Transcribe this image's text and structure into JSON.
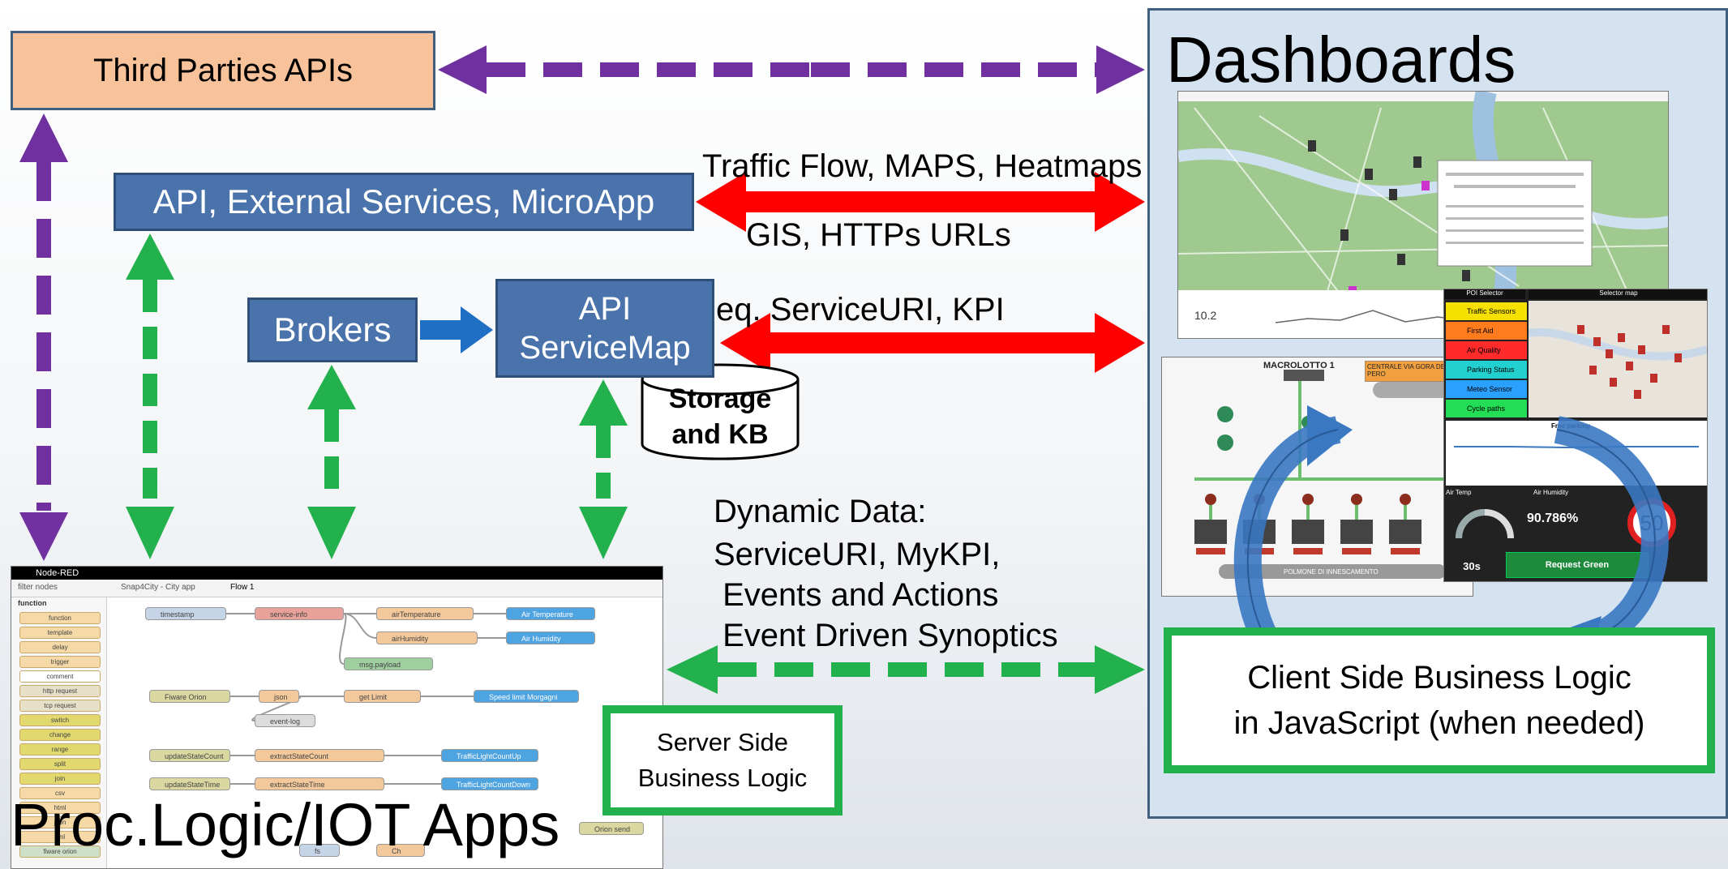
{
  "boxes": {
    "third_parties": "Third Parties APIs",
    "api_external": "API, External Services, MicroApp",
    "brokers": "Brokers",
    "api_servicemap_line1": "API",
    "api_servicemap_line2": "ServiceMap",
    "storage_line1": "Storage",
    "storage_line2": "and KB",
    "server_line1": "Server Side",
    "server_line2": "Business Logic",
    "client_line1": "Client Side Business Logic",
    "client_line2": "in JavaScript (when needed)"
  },
  "titles": {
    "dashboards": "Dashboards",
    "proc_logic": "Proc.Logic/IOT Apps"
  },
  "labels": {
    "traffic": "Traffic Flow, MAPS, Heatmaps",
    "gis": "GIS, HTTPs URLs",
    "eq_service": "eq. ServiceURI, KPI",
    "dyn1": "Dynamic Data:",
    "dyn2": "ServiceURI, MyKPI,",
    "dyn3": " Events and Actions",
    "dyn4": " Event Driven Synoptics"
  },
  "dashboard_screens": {
    "poi_title": "POI Selector",
    "selector_map": "Selector map",
    "poi_items": [
      "Traffic Sensors",
      "First Aid",
      "Air Quality",
      "Parking Status",
      "Meteo Sensor",
      "Cycle paths"
    ],
    "free_parking": "Free parking",
    "air_temp": "Air Temp",
    "air_humidity": "Air Humidity",
    "humidity_value": "90.786%",
    "speed_sign": "50",
    "timer": "30s",
    "request_button": "Request Green",
    "scada_title": "MACROLOTTO 1",
    "scada_tag": "CENTRALE VIA GORA DEL PERO",
    "scada_bottom": "POLMONE DI INNESCAMENTO",
    "sensor_value": "10.2"
  },
  "nodered": {
    "app_name": "Node-RED",
    "filter": "filter nodes",
    "tab1": "Snap4City - City app",
    "tab2": "Flow 1",
    "category": "function",
    "palette": [
      "function",
      "template",
      "delay",
      "trigger",
      "comment",
      "http request",
      "tcp request",
      "switch",
      "change",
      "range",
      "split",
      "join",
      "csv",
      "html",
      "json",
      "xml",
      "fiware orion"
    ],
    "nodes": [
      "timestamp",
      "service-info",
      "airTemperature",
      "Air Temperature",
      "airHumidity",
      "Air Humidity",
      "msg.payload",
      "Fiware Orion",
      "json",
      "get Limit",
      "Speed limit Morgagni",
      "event-log",
      "updateStateCount",
      "extractStateCount",
      "TrafficLightCountUp",
      "updateStateTime",
      "extractStateTime",
      "TrafficLightCountDown",
      "Orion send",
      "fs",
      "Ch"
    ]
  },
  "colors": {
    "purple": "#7030a0",
    "green": "#22b14c",
    "red": "#ff0000",
    "blue_box": "#4a73ac",
    "orange_box": "#f8c39a",
    "arrow_blue": "#1f6fc5",
    "circle_arrow": "#3a78c2"
  }
}
